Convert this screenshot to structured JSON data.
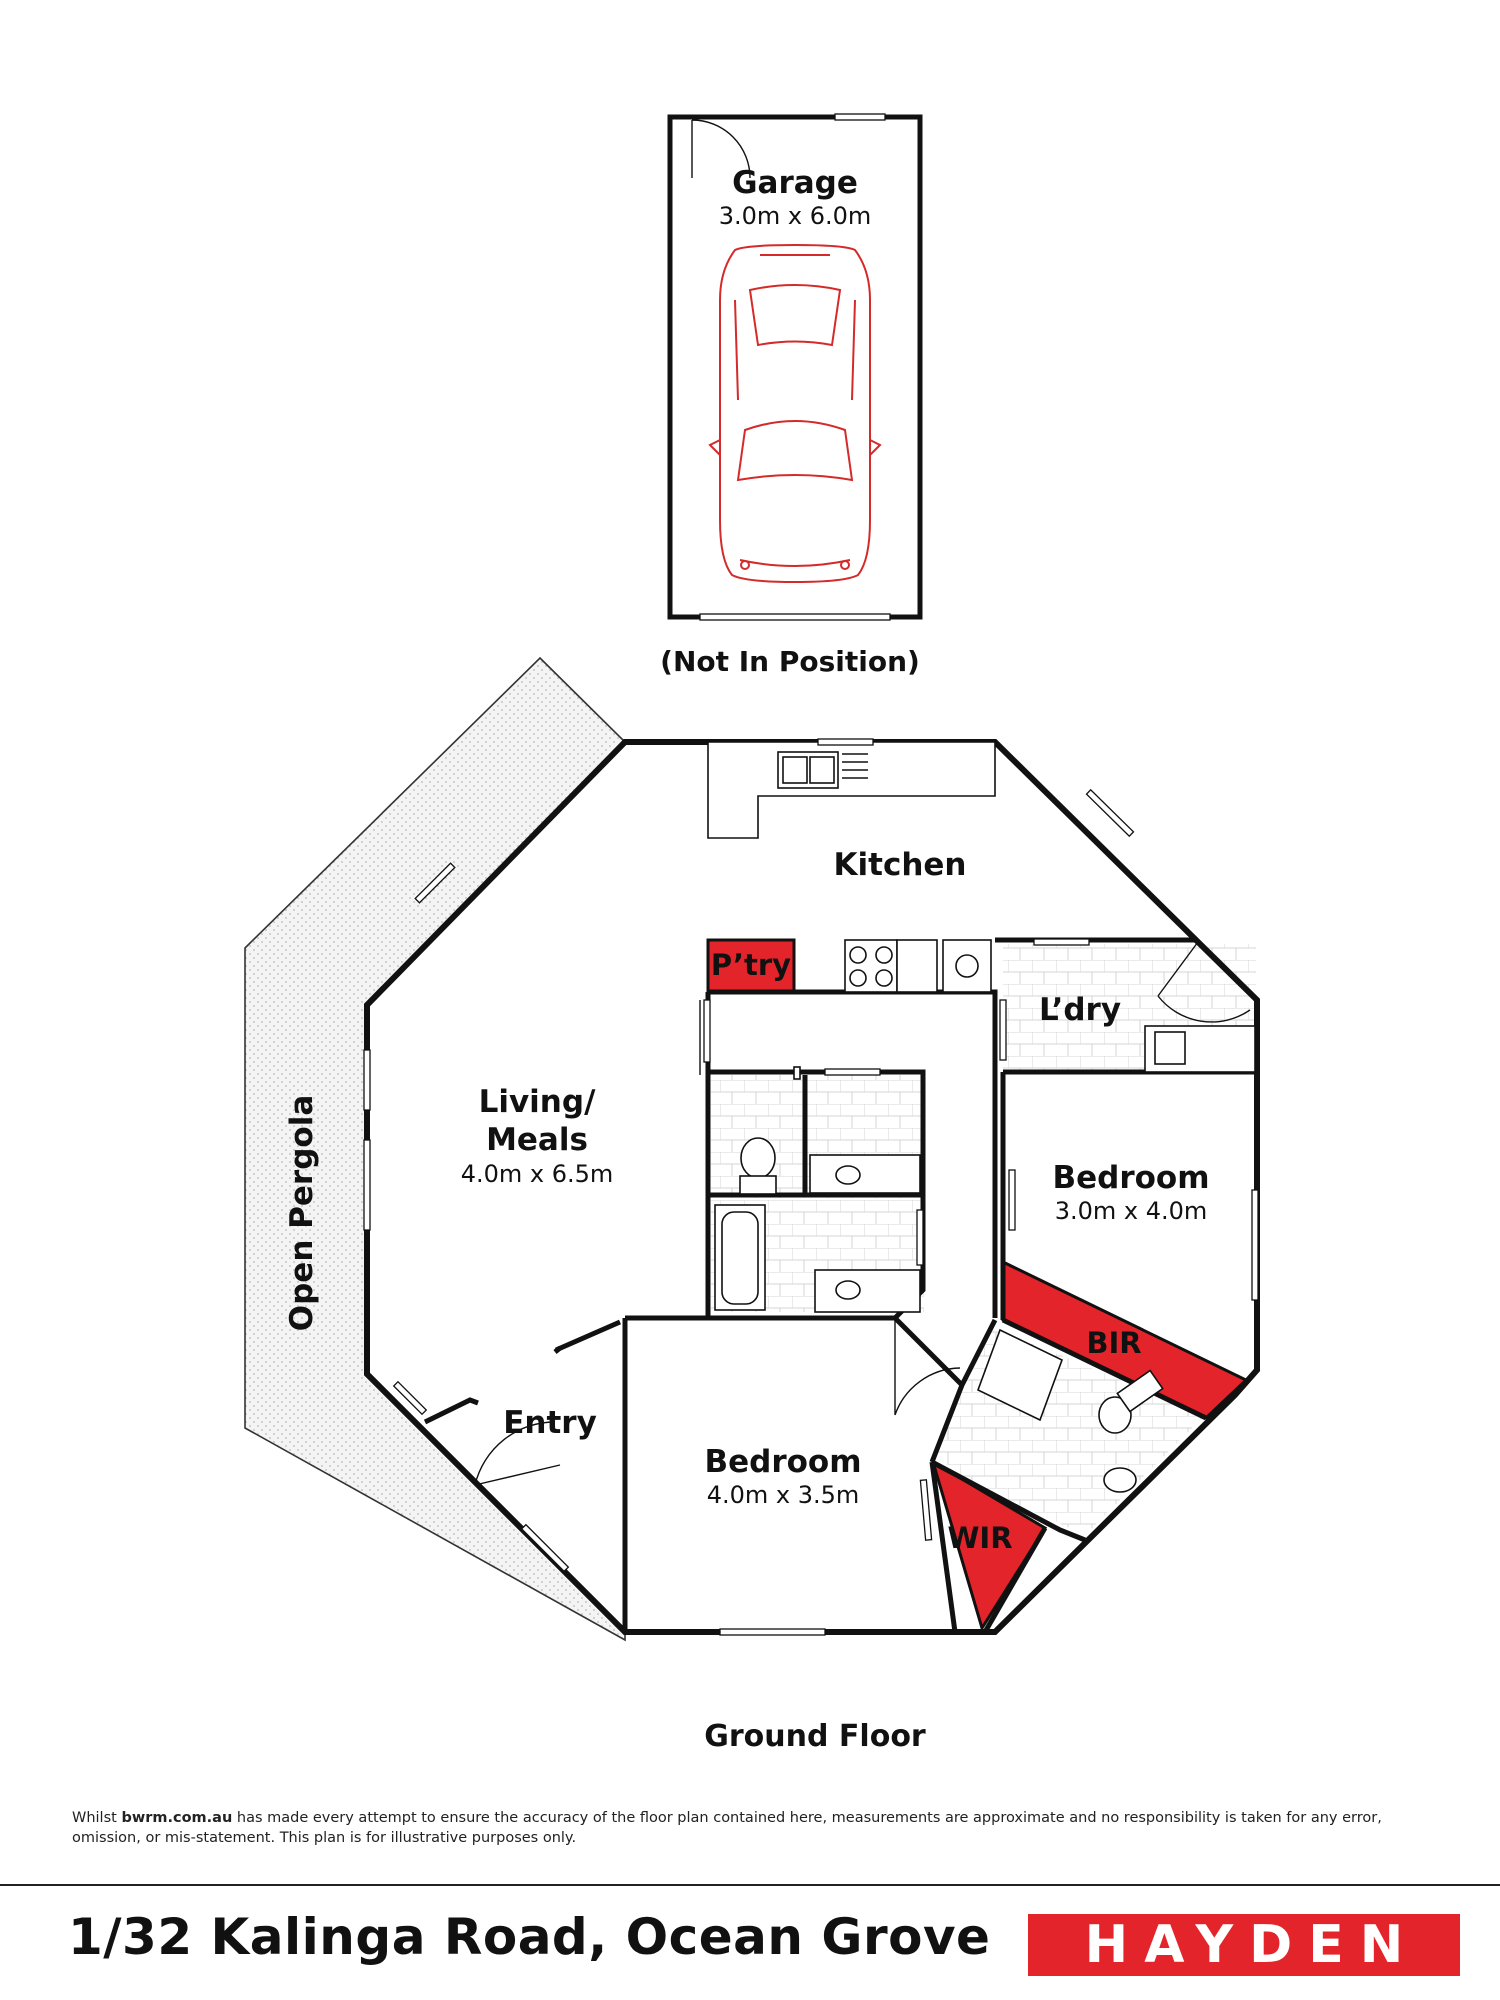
{
  "rooms": {
    "garage": {
      "name": "Garage",
      "dims": "3.0m x 6.0m"
    },
    "not_in_position": "(Not  In Position)",
    "kitchen": {
      "name": "Kitchen"
    },
    "pantry": {
      "name": "P’try"
    },
    "laundry": {
      "name": "L’dry"
    },
    "living": {
      "name_line1": "Living/",
      "name_line2": "Meals",
      "dims": "4.0m x 6.5m"
    },
    "bedroom_right": {
      "name": "Bedroom",
      "dims": "3.0m x 4.0m"
    },
    "bir": {
      "name": "BIR"
    },
    "entry": {
      "name": "Entry"
    },
    "bedroom_main": {
      "name": "Bedroom",
      "dims": "4.0m x 3.5m"
    },
    "wir": {
      "name": "WIR"
    },
    "pergola": {
      "name": "Open Pergola"
    }
  },
  "floor_label": "Ground Floor",
  "disclaimer": {
    "prefix": "Whilst ",
    "site": "bwrm.com.au",
    "text": " has made every attempt to ensure the accuracy of the floor plan contained here, measurements are approximate and no responsibility is taken for any error, omission, or mis-statement. This plan is for illustrative purposes only."
  },
  "address": "1/32 Kalinga Road, Ocean Grove",
  "brand": {
    "name": "HAYDEN",
    "color": "#e4242b"
  },
  "colors": {
    "highlight": "#e4242b",
    "car_outline": "#d42a2a",
    "walls": "#111111"
  }
}
